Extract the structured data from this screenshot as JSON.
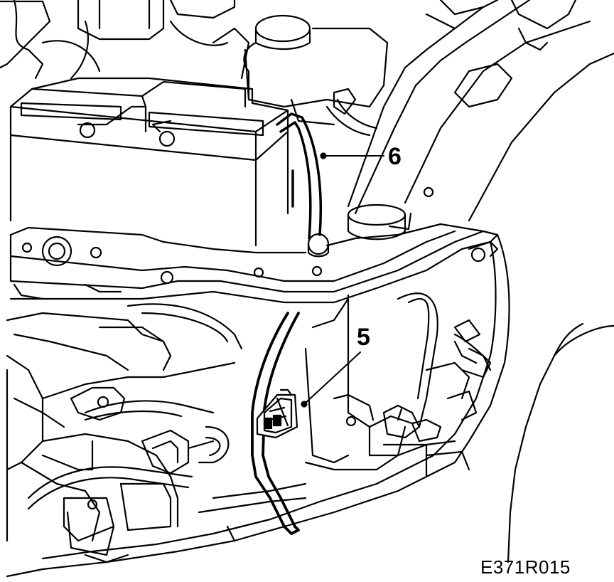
{
  "callouts": {
    "item_6": "6",
    "item_5": "5"
  },
  "figure_code": "E371R015",
  "colors": {
    "line": "#000000",
    "fill": "#ffffff"
  }
}
